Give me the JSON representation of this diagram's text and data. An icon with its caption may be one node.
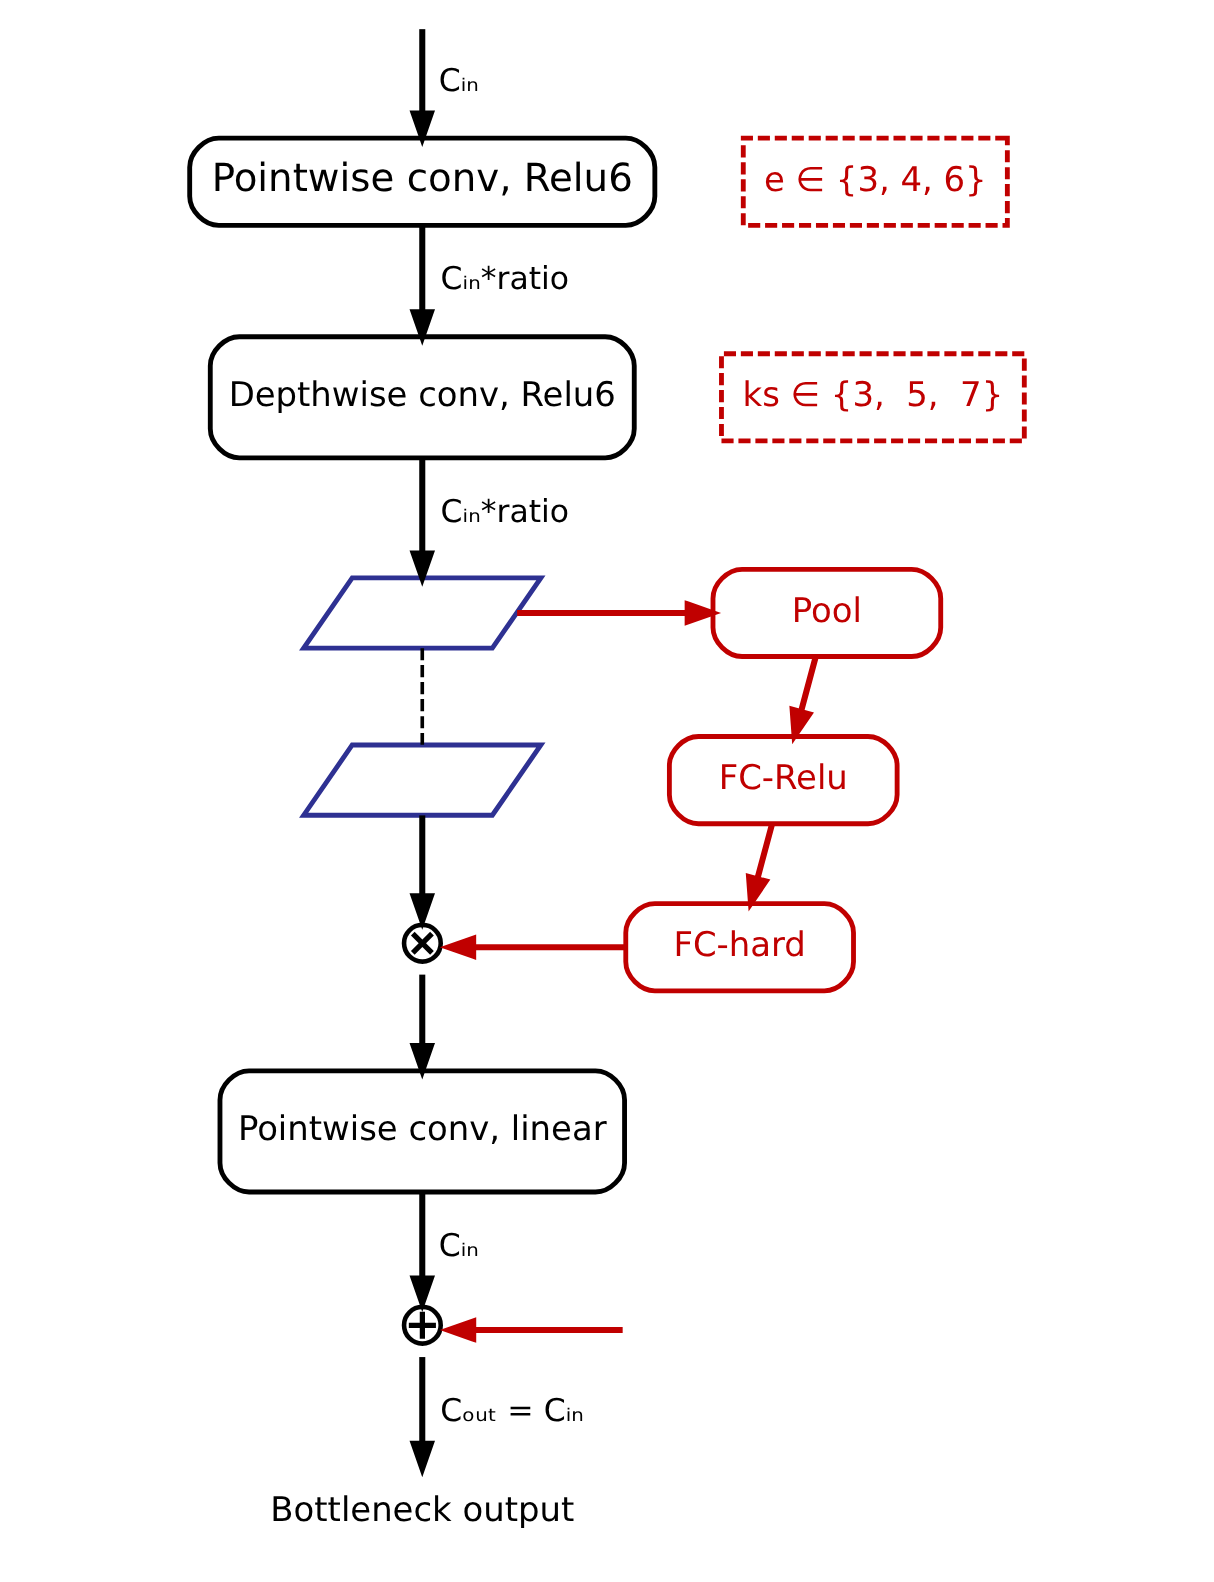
{
  "diagram": {
    "nodes": [
      {
        "text": [
          "Pointwise conv, Relu6"
        ]
      },
      {
        "text": [
          "Depthwise conv, Relu6"
        ]
      },
      {
        "text": [],
        "shape": "parallelogram"
      },
      {
        "text": [],
        "shape": "parallelogram"
      },
      {
        "text": [
          "⊗"
        ]
      },
      {
        "text": [
          "Pool"
        ]
      },
      {
        "text": [
          "FC-Relu"
        ]
      },
      {
        "text": [
          "FC-hard"
        ]
      },
      {
        "text": [
          "Pointwise conv, linear"
        ]
      },
      {
        "text": [
          "⊕"
        ]
      },
      {
        "text": [
          "Bottleneck output"
        ]
      },
      {
        "text": [
          "e ∈ {3, 4, 6}"
        ]
      },
      {
        "text": [
          "ks ∈ {3,  5,  7}"
        ]
      }
    ],
    "edges": [
      {
        "from": null,
        "to": 0,
        "arrow": "to",
        "label": "Cᵢₙ"
      },
      {
        "from": 0,
        "to": 1,
        "arrow": "to",
        "label": "Cᵢₙ*ratio"
      },
      {
        "from": 1,
        "to": 2,
        "arrow": "to",
        "label": "Cᵢₙ*ratio"
      },
      {
        "from": 2,
        "to": 3,
        "arrow": "none",
        "style": "dashed"
      },
      {
        "from": 3,
        "to": 4,
        "arrow": "to"
      },
      {
        "from": 4,
        "to": 8,
        "arrow": "to"
      },
      {
        "from": 8,
        "to": 9,
        "arrow": "to",
        "label": "Cᵢₙ"
      },
      {
        "from": 9,
        "to": 10,
        "arrow": "to",
        "label": "Cₒᵤₜ = Cᵢₙ"
      },
      {
        "from": 2,
        "to": 5,
        "arrow": "to",
        "color": "#c00000"
      },
      {
        "from": 5,
        "to": 6,
        "arrow": "to",
        "color": "#c00000"
      },
      {
        "from": 6,
        "to": 7,
        "arrow": "to",
        "color": "#c00000"
      },
      {
        "from": 7,
        "to": 4,
        "arrow": "to",
        "color": "#c00000"
      },
      {
        "from": null,
        "to": 9,
        "arrow": "to",
        "color": "#c00000"
      }
    ]
  }
}
